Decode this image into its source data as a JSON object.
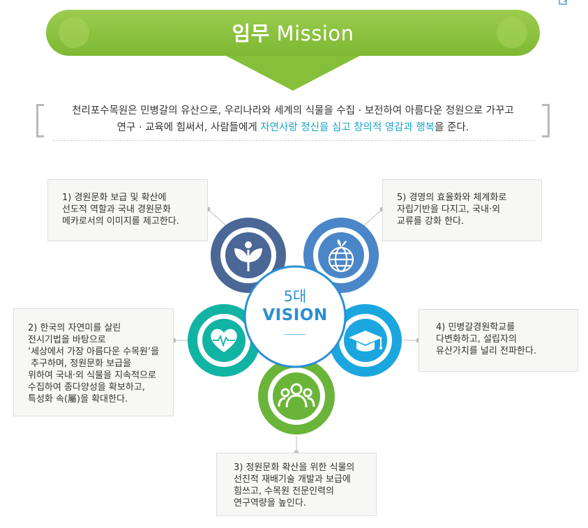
{
  "mission": {
    "title_bold": "임무",
    "title_rest": "Mission",
    "statement_line1": "천리포수목원은 민병갈의 유산으로, 우리나라와 세계의 식물을 수집 · 보전하여 아름다운 정원으로 가꾸고",
    "statement_line2_pre": "연구 · 교육에 힘써서, 사람들에게 ",
    "statement_line2_highlight1": "자연사랑 정신을 심고 창의적 영감과 행복",
    "statement_line2_post": "을 준다.",
    "banner_color": "#8cc33f",
    "highlight_color": "#1aa3c8"
  },
  "vision": {
    "center_number": "5대",
    "center_label": "VISION",
    "items": [
      {
        "id": 1,
        "color": "#4a6796",
        "icon": "sprout-icon",
        "lines": [
          "1) 경원문화 보급 및 확산에",
          "선도적 역할과 국내 경원문화",
          "메카로서의 이미지를 제고한다."
        ]
      },
      {
        "id": 2,
        "color": "#11b3a3",
        "icon": "heart-pulse-icon",
        "lines": [
          "2) 한국의 자연미를 살린",
          "전시기법을 바탕으로",
          "‘세상에서 가장 아름다운 수목원’을",
          " 추구하며, 정원문화 보급을",
          "위하여 국내·외 식물을 지속적으로",
          "수집하여 종다양성을 확보하고,",
          "특성화 속(屬)을 확대한다."
        ]
      },
      {
        "id": 3,
        "color": "#6ab539",
        "icon": "people-icon",
        "lines": [
          "3) 정원문화 확산을 위한 식물의",
          "선진적 재배기술 개발과 보급에",
          "힘쓰고, 수목원 전문인력의",
          "연구역량을 높인다."
        ]
      },
      {
        "id": 4,
        "color": "#1ba6e0",
        "icon": "graduation-cap-icon",
        "lines": [
          "4) 민병갈경원학교를",
          "다변화하고, 설립자의",
          "유산가치를 널리 전파한다."
        ]
      },
      {
        "id": 5,
        "color": "#4a86c8",
        "icon": "globe-icon",
        "lines": [
          "5) 경영의 효율화와 체계화로",
          "자립기반을 다지고, 국내·외",
          "교류를 강화 한다."
        ]
      }
    ]
  }
}
